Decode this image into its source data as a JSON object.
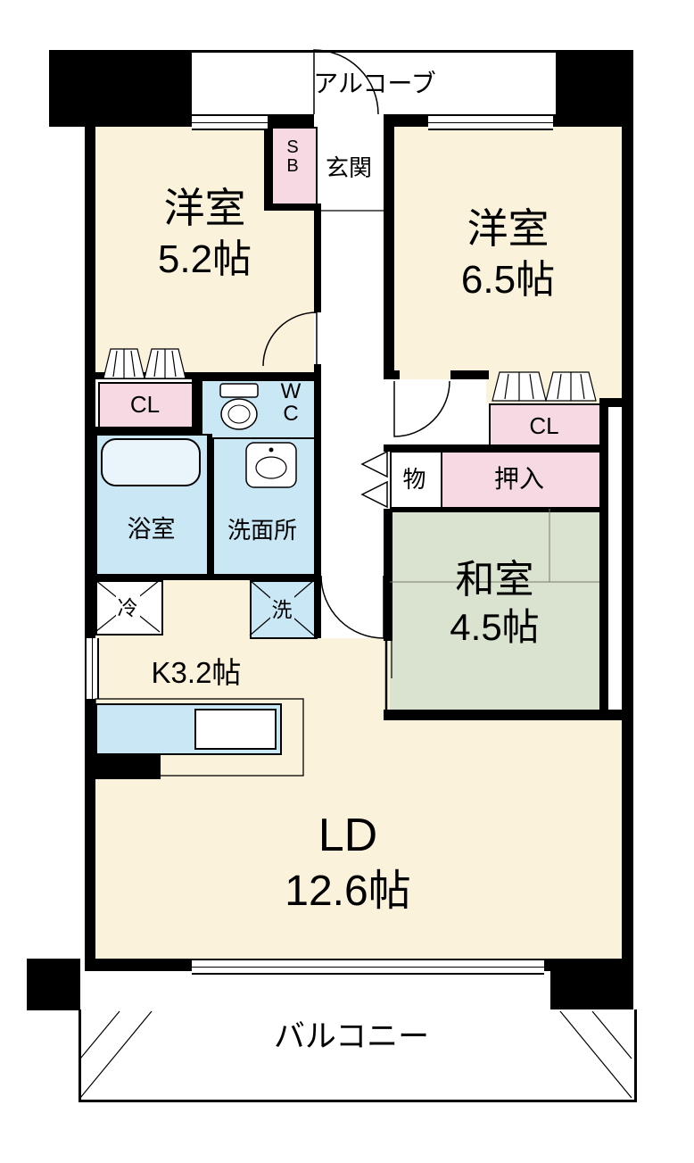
{
  "exterior": {
    "alcove": "アルコーブ",
    "balcony": "バルコニー"
  },
  "entry": {
    "genkan": "玄関",
    "shoe_box": "SB"
  },
  "rooms": {
    "western1": {
      "name": "洋室",
      "size": "5.2帖"
    },
    "western2": {
      "name": "洋室",
      "size": "6.5帖"
    },
    "japanese": {
      "name": "和室",
      "size": "4.5帖"
    },
    "living_dining": {
      "name": "LD",
      "size": "12.6帖"
    },
    "kitchen": {
      "label": "K3.2帖"
    }
  },
  "storage": {
    "closet_left": "CL",
    "closet_right": "CL",
    "oshiire": "押入",
    "futon_storage": "物"
  },
  "wet_areas": {
    "wc": "WC",
    "bathroom": "浴室",
    "washroom": "洗面所",
    "washer": "洗",
    "fridge": "冷"
  },
  "colors": {
    "wall": "#000000",
    "flooring_cream": "#FBF2DC",
    "closet_pink": "#F7D9E3",
    "water_blue": "#C9E7F5",
    "tatami_green": "#D9E3CF",
    "background": "#FFFFFF"
  }
}
